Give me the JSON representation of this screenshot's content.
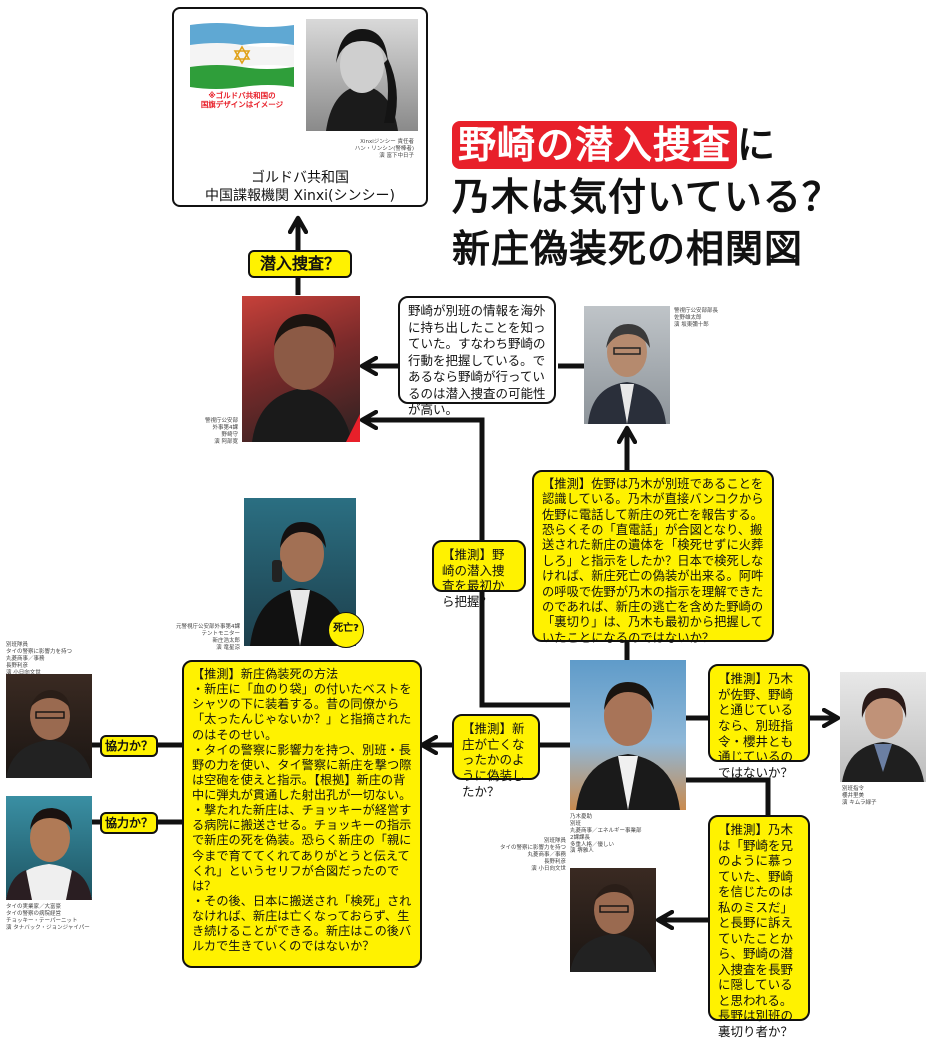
{
  "title": {
    "highlight": "野崎の潜入捜査",
    "rest1": "に",
    "line2": "乃木は気付いている？",
    "line3": "新庄偽装死の相関図"
  },
  "top_box": {
    "flag_note": "※ゴルドバ共和国の\n国旗デザインはイメージ",
    "photo_caption": "Xinxiジンシー 責任者\nハン・リンシン(警棒者)\n演 富下中日子",
    "line1": "ゴルドバ共和国",
    "line2": "中国諜報機関 Xinxi(シンシー)"
  },
  "tags": {
    "infiltration": "潜入捜査？",
    "dead": "死亡?",
    "coop1": "協力か？",
    "coop2": "協力か？"
  },
  "people": {
    "nozaki_caption": "警視庁公安部\n外事第4課\n野崎守\n演 阿部寛",
    "sano_caption": "警視庁公安部部長\n佐野雄太郎\n演 坂東彌十郎",
    "shinjo_caption": "元警視庁公安部外事第4課\nテントモニター\n新庄浩太郎\n演 竜星涼",
    "nagano_caption": "別班隊員\nタイの警察に影響力を持つ\n丸菱商事／事務\n長野利彦\n演 小日向文世",
    "jockey_caption": "タイの実業家／大富豪\nタイの警察の病院経営\nチョッキー・テーパーニット\n演 タナバック・ジョンジャイパー",
    "nogi_caption": "乃木憂助\n別班\n丸菱商事／エネルギー事業部\n2課課長\n多重人格／優しい\n演 堺雅人",
    "sakurai_caption": "別班指令\n櫻井里美\n演 キムラ緑子",
    "nagano2_caption": "別班隊員\nタイの警察に影響力を持つ\n丸菱商事／事務\n長野利彦\n演 小日向文世"
  },
  "boxes": {
    "nozaki_note": "野崎が別班の情報を海外に持ち出したことを知っていた。すなわち野崎の行動を把握している。であるなら野崎が行っているのは潜入捜査の可能性が高い。",
    "sano_guess": "【推測】佐野は乃木が別班であることを認識している。乃木が直接バンコクから佐野に電話して新庄の死亡を報告する。恐らくその「直電話」が合図となり、搬送された新庄の遺体を「検死せずに火葬しろ」と指示をしたか？日本で検死しなければ、新庄死亡の偽装が出来る。阿吽の呼吸で佐野が乃木の指示を理解できたのであれば、新庄の逃亡を含めた野崎の「裏切り」は、乃木も最初から把握していたことになるのではないか？",
    "grasp_guess": "【推測】野崎の潜入捜査を最初から把握？",
    "method": "【推測】新庄偽装死の方法\n・新庄に「血のり袋」の付いたベストをシャツの下に装着する。昔の同僚から「太ったんじゃないか？」と指摘されたのはそのせい。\n・タイの警察に影響力を持つ、別班・長野の力を使い、タイ警察に新庄を撃つ際は空砲を使えと指示。【根拠】新庄の背中に弾丸が貫通した射出孔が一切ない。\n・撃たれた新庄は、チョッキーが経営する病院に搬送させる。チョッキーの指示で新庄の死を偽装。恐らく新庄の「親に今まで育ててくれてありがとうと伝えてくれ」というセリフが合図だったのでは？\n・その後、日本に搬送され「検死」されなければ、新庄は亡くなっておらず、生き続けることができる。新庄はこの後バルカで生きていくのではないか？",
    "fake_death": "【推測】新庄が亡くなったかのように偽装したか？",
    "sakurai_guess": "【推測】乃木が佐野、野崎と通じているなら、別班指令・櫻井とも通じているのではないか？",
    "nagano_guess": "【推測】乃木は「野崎を兄のように慕っていた、野崎を信じたのは私のミスだ」と長野に訴えていたことから、野崎の潜入捜査を長野に隠していると思われる。長野は別班の裏切り者か？"
  }
}
